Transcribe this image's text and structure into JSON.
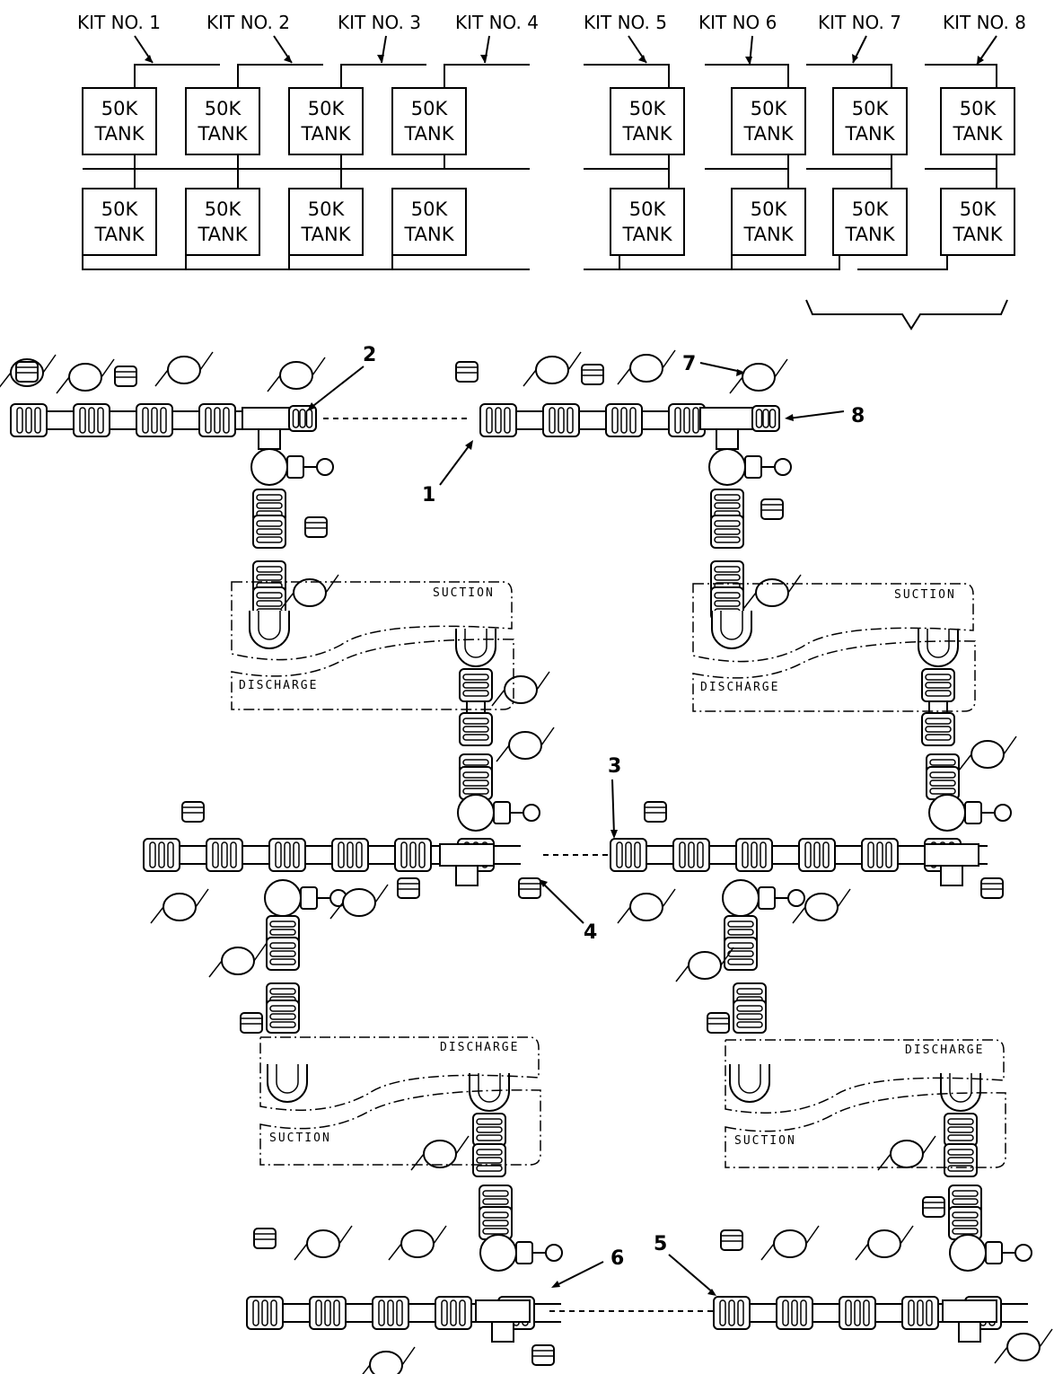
{
  "kits": [
    {
      "label": "KIT NO. 1"
    },
    {
      "label": "KIT NO. 2"
    },
    {
      "label": "KIT NO. 3"
    },
    {
      "label": "KIT NO. 4"
    },
    {
      "label": "KIT NO. 5"
    },
    {
      "label": "KIT NO 6"
    },
    {
      "label": "KIT NO. 7"
    },
    {
      "label": "KIT NO. 8"
    }
  ],
  "tank": {
    "line1": "50K",
    "line2": "TANK"
  },
  "manifold_labels": {
    "suction": "SUCTION",
    "discharge": "DISCHARGE"
  },
  "callouts": [
    "1",
    "2",
    "3",
    "4",
    "5",
    "6",
    "7",
    "8"
  ]
}
